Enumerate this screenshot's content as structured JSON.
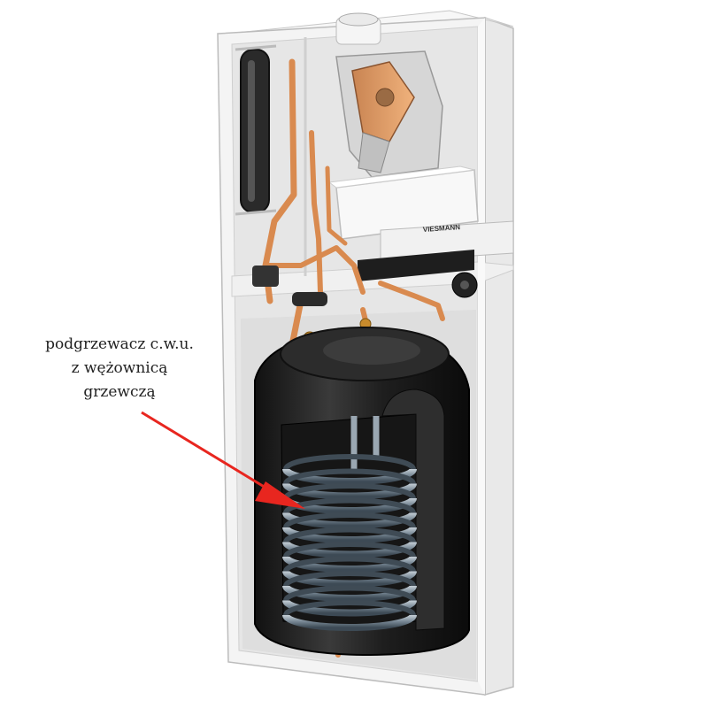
{
  "annotation": {
    "lines": [
      "podgrzewacz c.w.u.",
      "z wężownicą",
      "grzewczą"
    ],
    "arrow_color": "#e8261f"
  },
  "device": {
    "brand_label": "VIESMANN"
  },
  "colors": {
    "casing": "#f2f2f2",
    "casing_edge": "#c9c9c9",
    "interior": "#e4e4e4",
    "tank": "#1b1b1b",
    "copper": "#d9884e",
    "coil": "#7f8f9c"
  }
}
